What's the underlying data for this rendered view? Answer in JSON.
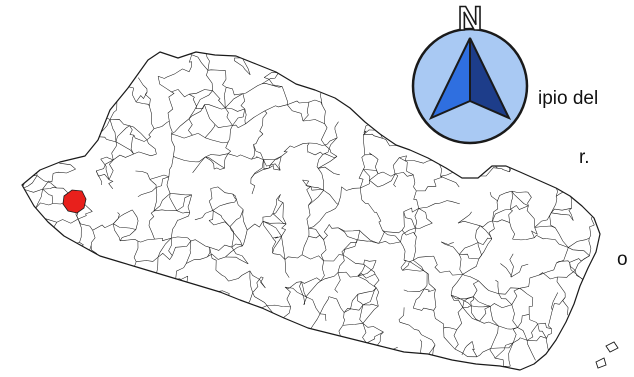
{
  "map": {
    "country_label": "",
    "highlighted_municipality_color": "#e8201c",
    "outline_color": "#1a1a1a",
    "fill_color": "#ffffff"
  },
  "overlay_text": {
    "line1": "ipio del",
    "line2": "r.",
    "line3": "o"
  },
  "compass": {
    "label": "N",
    "circle_fill": "#a9c9f3",
    "arrow_dark": "#1d3d8a",
    "arrow_light": "#2f6fe0",
    "icon": "north-arrow-icon"
  }
}
